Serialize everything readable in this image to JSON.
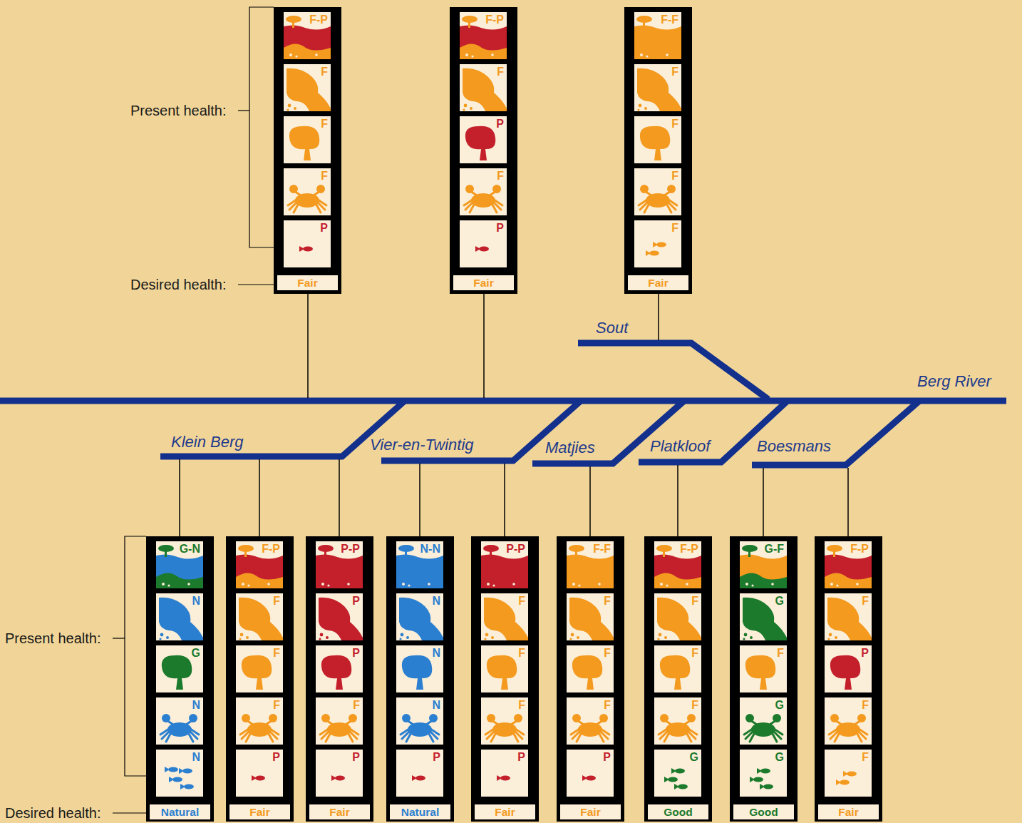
{
  "diagram": {
    "nodes": [
      {
        "text": [
          "F-P",
          "F",
          "F",
          "F",
          "P",
          "Fair"
        ]
      },
      {
        "text": [
          "F-P",
          "F",
          "P",
          "F",
          "P",
          "Fair"
        ]
      },
      {
        "text": [
          "F-F",
          "F",
          "F",
          "F",
          "F",
          "Fair"
        ]
      },
      {
        "text": [
          "G-N",
          "N",
          "G",
          "N",
          "N",
          "Natural"
        ]
      },
      {
        "text": [
          "F-P",
          "F",
          "F",
          "F",
          "P",
          "Fair"
        ]
      },
      {
        "text": [
          "P-P",
          "P",
          "P",
          "F",
          "P",
          "Fair"
        ]
      },
      {
        "text": [
          "N-N",
          "N",
          "N",
          "N",
          "P",
          "Natural"
        ]
      },
      {
        "text": [
          "P-P",
          "F",
          "F",
          "F",
          "P",
          "Fair"
        ]
      },
      {
        "text": [
          "F-F",
          "F",
          "F",
          "F",
          "P",
          "Fair"
        ]
      },
      {
        "text": [
          "F-P",
          "F",
          "F",
          "F",
          "G",
          "Good"
        ]
      },
      {
        "text": [
          "G-F",
          "G",
          "F",
          "G",
          "G",
          "Good"
        ]
      },
      {
        "text": [
          "F-P",
          "F",
          "P",
          "F",
          "F",
          "Fair"
        ]
      }
    ],
    "labels": [
      "Present health:",
      "Desired health:",
      "Sout",
      "Berg River",
      "Klein Berg",
      "Vier-en-Twintig",
      "Matjies",
      "Platkloof",
      "Boesmans",
      "Present health:",
      "Desired health:"
    ]
  }
}
